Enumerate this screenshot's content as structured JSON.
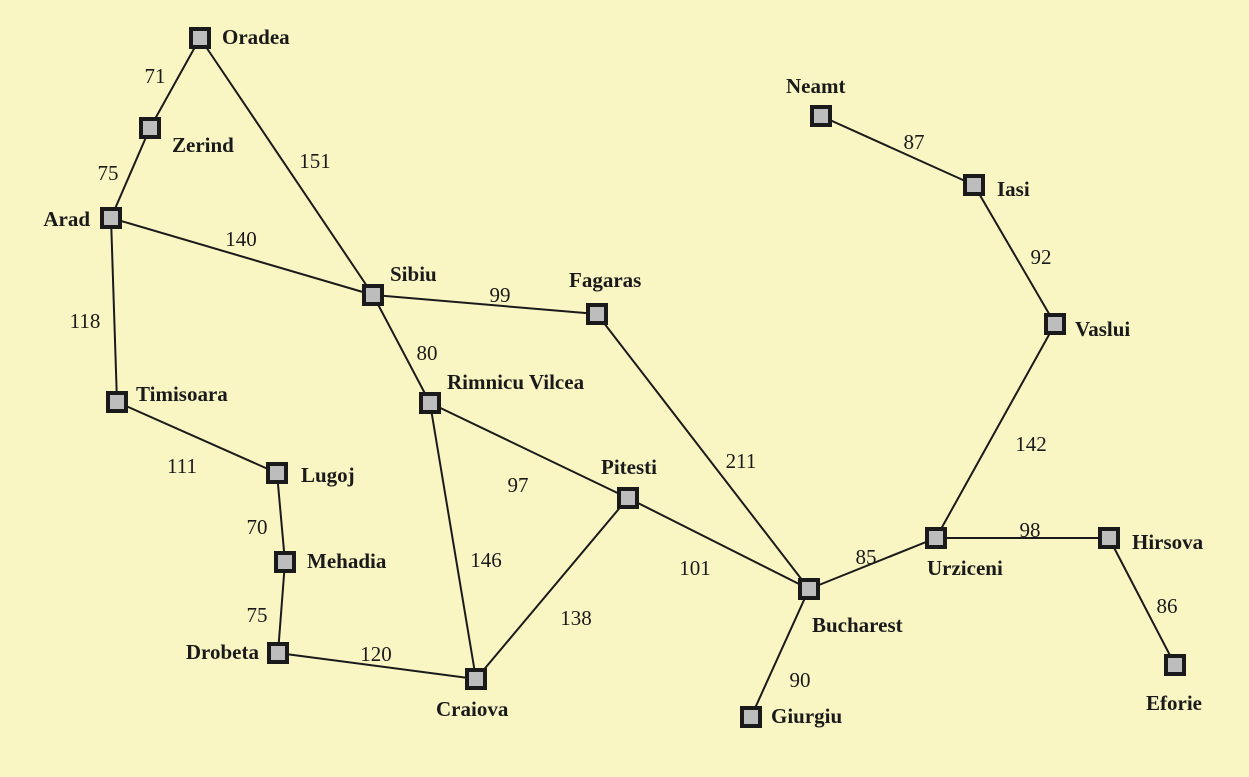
{
  "map": {
    "cities": [
      {
        "id": "oradea",
        "name": "Oradea"
      },
      {
        "id": "zerind",
        "name": "Zerind"
      },
      {
        "id": "arad",
        "name": "Arad"
      },
      {
        "id": "timisoara",
        "name": "Timisoara"
      },
      {
        "id": "lugoj",
        "name": "Lugoj"
      },
      {
        "id": "mehadia",
        "name": "Mehadia"
      },
      {
        "id": "drobeta",
        "name": "Drobeta"
      },
      {
        "id": "sibiu",
        "name": "Sibiu"
      },
      {
        "id": "fagaras",
        "name": "Fagaras"
      },
      {
        "id": "rimnicu",
        "name": "Rimnicu Vilcea"
      },
      {
        "id": "pitesti",
        "name": "Pitesti"
      },
      {
        "id": "craiova",
        "name": "Craiova"
      },
      {
        "id": "bucharest",
        "name": "Bucharest"
      },
      {
        "id": "giurgiu",
        "name": "Giurgiu"
      },
      {
        "id": "urziceni",
        "name": "Urziceni"
      },
      {
        "id": "hirsova",
        "name": "Hirsova"
      },
      {
        "id": "eforie",
        "name": "Eforie"
      },
      {
        "id": "vaslui",
        "name": "Vaslui"
      },
      {
        "id": "iasi",
        "name": "Iasi"
      },
      {
        "id": "neamt",
        "name": "Neamt"
      }
    ],
    "roads": [
      {
        "from": "oradea",
        "to": "zerind",
        "distance": "71"
      },
      {
        "from": "zerind",
        "to": "arad",
        "distance": "75"
      },
      {
        "from": "oradea",
        "to": "sibiu",
        "distance": "151"
      },
      {
        "from": "arad",
        "to": "sibiu",
        "distance": "140"
      },
      {
        "from": "arad",
        "to": "timisoara",
        "distance": "118"
      },
      {
        "from": "timisoara",
        "to": "lugoj",
        "distance": "111"
      },
      {
        "from": "lugoj",
        "to": "mehadia",
        "distance": "70"
      },
      {
        "from": "mehadia",
        "to": "drobeta",
        "distance": "75"
      },
      {
        "from": "drobeta",
        "to": "craiova",
        "distance": "120"
      },
      {
        "from": "sibiu",
        "to": "fagaras",
        "distance": "99"
      },
      {
        "from": "sibiu",
        "to": "rimnicu",
        "distance": "80"
      },
      {
        "from": "rimnicu",
        "to": "pitesti",
        "distance": "97"
      },
      {
        "from": "rimnicu",
        "to": "craiova",
        "distance": "146"
      },
      {
        "from": "craiova",
        "to": "pitesti",
        "distance": "138"
      },
      {
        "from": "pitesti",
        "to": "bucharest",
        "distance": "101"
      },
      {
        "from": "fagaras",
        "to": "bucharest",
        "distance": "211"
      },
      {
        "from": "bucharest",
        "to": "giurgiu",
        "distance": "90"
      },
      {
        "from": "bucharest",
        "to": "urziceni",
        "distance": "85"
      },
      {
        "from": "urziceni",
        "to": "hirsova",
        "distance": "98"
      },
      {
        "from": "hirsova",
        "to": "eforie",
        "distance": "86"
      },
      {
        "from": "urziceni",
        "to": "vaslui",
        "distance": "142"
      },
      {
        "from": "vaslui",
        "to": "iasi",
        "distance": "92"
      },
      {
        "from": "iasi",
        "to": "neamt",
        "distance": "87"
      }
    ]
  },
  "colors": {
    "background": "#FAF6C4",
    "node_fill": "#BDBDBD",
    "line": "#1a1a1a"
  }
}
